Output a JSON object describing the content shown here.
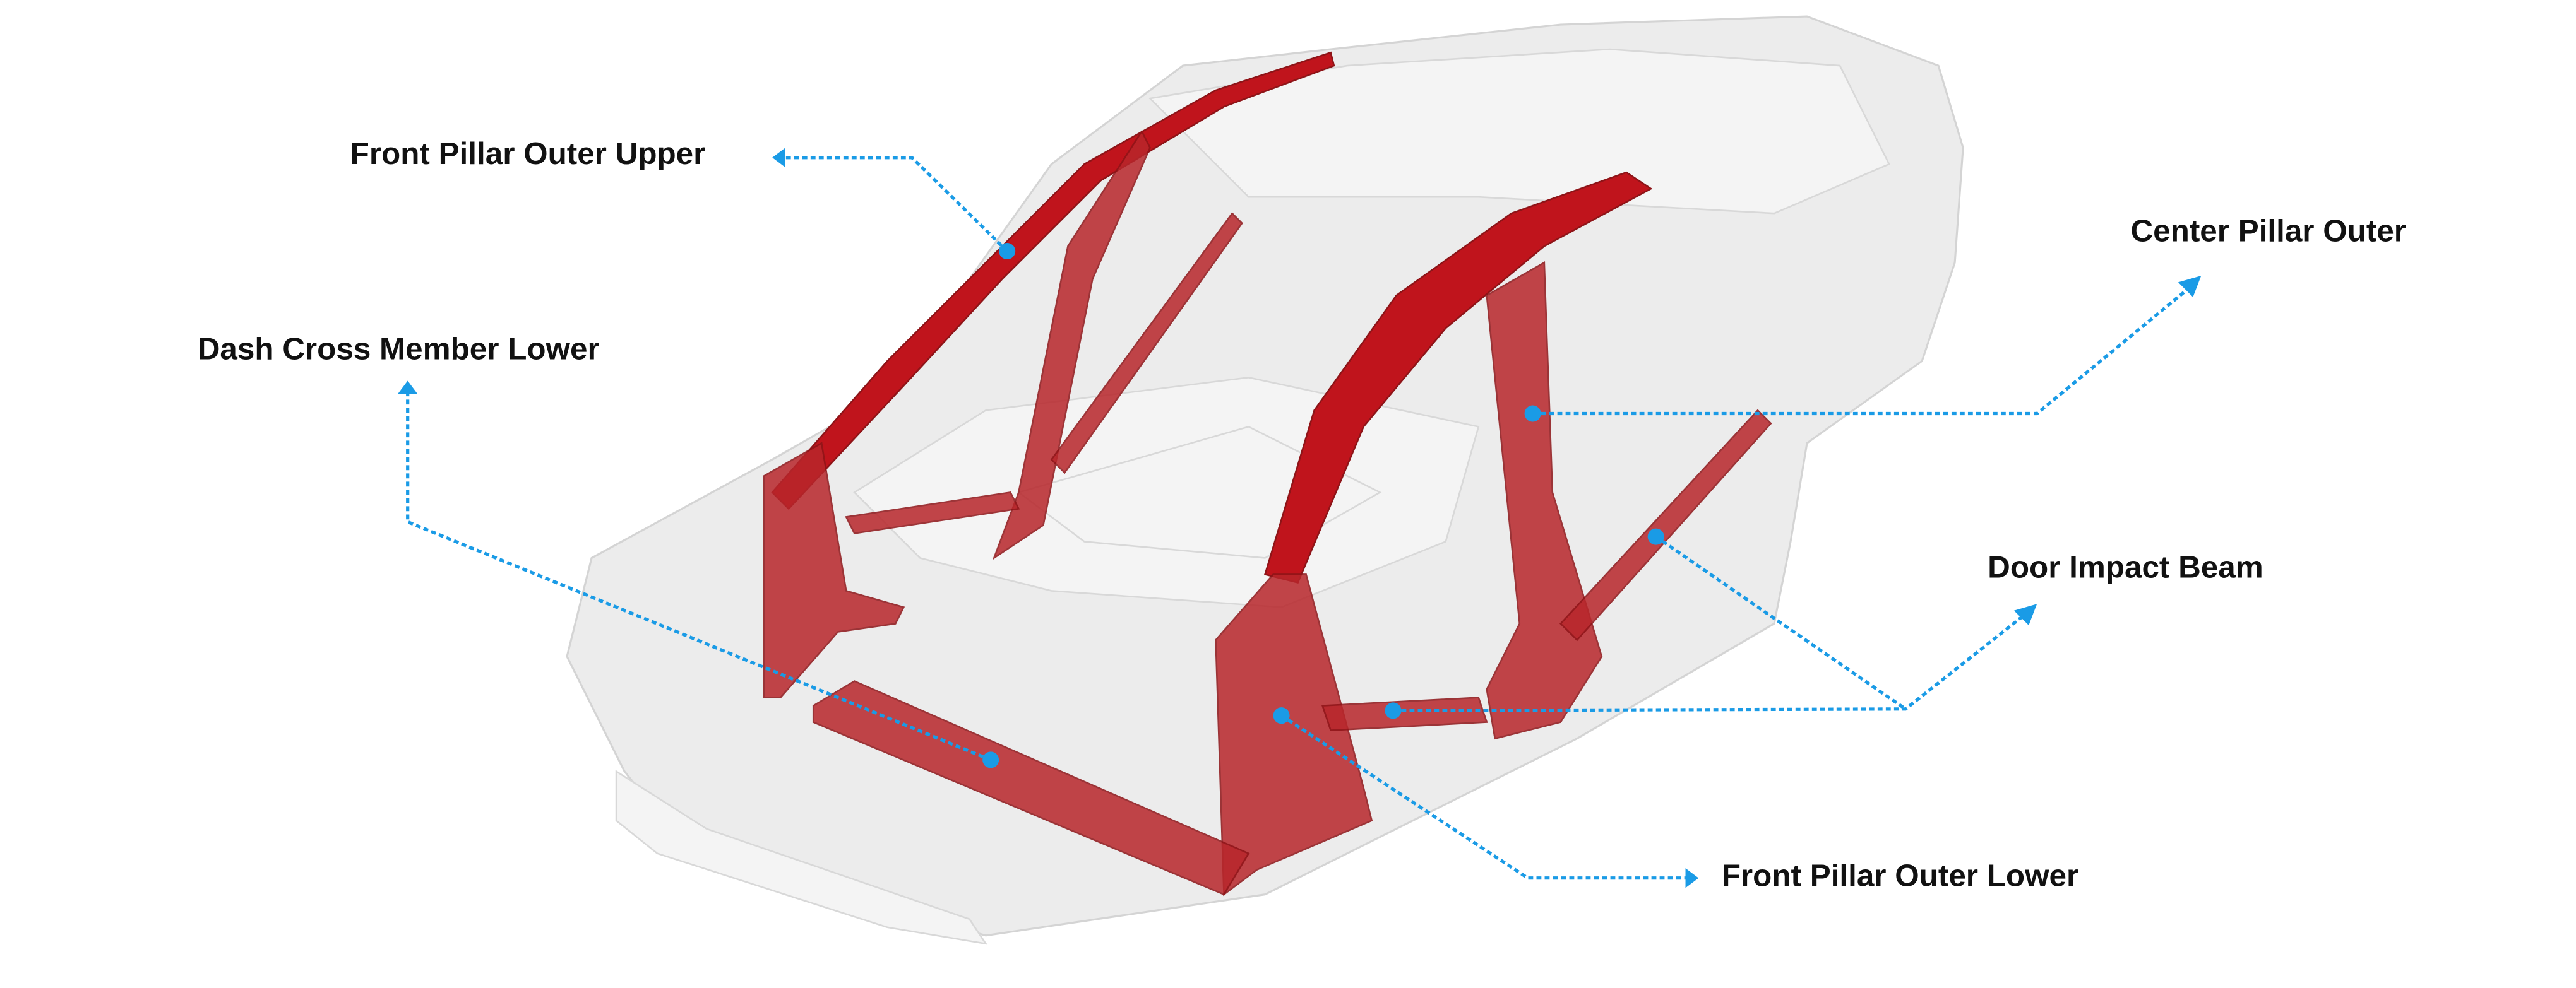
{
  "diagram": {
    "labels": {
      "front_pillar_outer_upper": "Front Pillar Outer Upper",
      "dash_cross_member_lower": "Dash Cross Member Lower",
      "center_pillar_outer": "Center Pillar Outer",
      "door_impact_beam": "Door Impact Beam",
      "front_pillar_outer_lower": "Front Pillar Outer Lower"
    },
    "colors": {
      "leader": "#1a9be6",
      "highlight_part": "#c0141c",
      "body_in_white": "#ececec"
    }
  }
}
